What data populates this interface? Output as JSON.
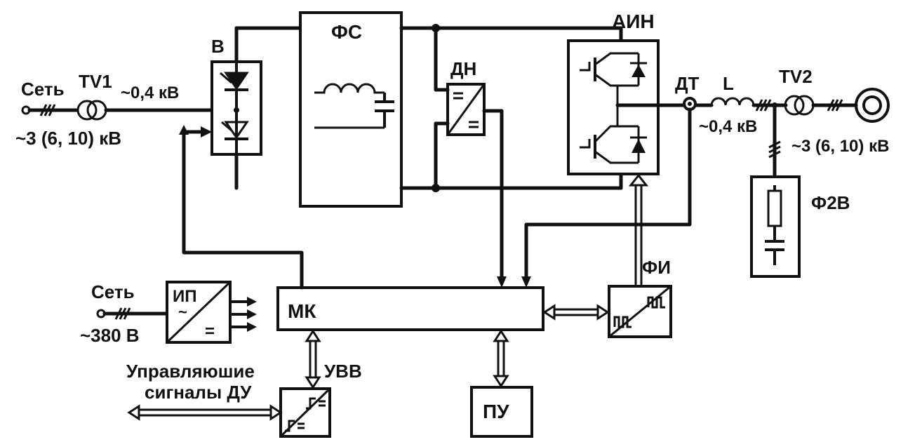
{
  "labels": {
    "grid_in": "Сеть",
    "tv1": "TV1",
    "v04_in": "~0,4 кВ",
    "v3_in": "~3 (6, 10) кВ",
    "rectifier": "В",
    "filter": "ФС",
    "voltage_sensor": "ДН",
    "inverter": "АИН",
    "current_sensor": "ДТ",
    "inductor": "L",
    "tv2": "TV2",
    "v04_out": "~0,4 кВ",
    "v3_out": "~3 (6, 10) кВ",
    "harmonic_filter": "Ф2В",
    "pulse_former": "ФИ",
    "grid_aux": "Сеть",
    "v380": "~380 В",
    "power_supply": "ИП",
    "microcontroller": "МК",
    "io_device": "УВВ",
    "control_panel": "ПУ",
    "remote_line1": "Управляюшие",
    "remote_line2": "сигналы ДУ"
  },
  "symbols": {
    "ps_ac": "~",
    "ps_dc": "="
  }
}
